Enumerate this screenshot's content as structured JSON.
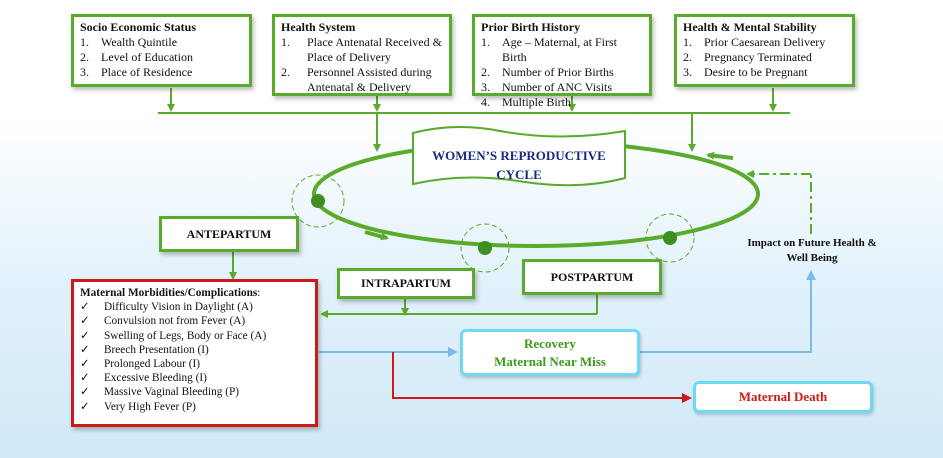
{
  "top_boxes": [
    {
      "title": "Socio Economic Status",
      "items": [
        {
          "n": "1.",
          "t": "Wealth Quintile"
        },
        {
          "n": "2.",
          "t": "Level of Education"
        },
        {
          "n": "3.",
          "t": "Place of Residence"
        }
      ]
    },
    {
      "title": "Health System",
      "items": [
        {
          "n": "1.",
          "t": "Place Antenatal Received & Place of Delivery"
        },
        {
          "n": "2.",
          "t": "Personnel Assisted during Antenatal & Delivery"
        }
      ]
    },
    {
      "title": "Prior Birth History",
      "items": [
        {
          "n": "1.",
          "t": "Age – Maternal, at First Birth"
        },
        {
          "n": "2.",
          "t": "Number of Prior Births"
        },
        {
          "n": "3.",
          "t": "Number of ANC Visits"
        },
        {
          "n": "4.",
          "t": "Multiple Birth"
        }
      ]
    },
    {
      "title": "Health & Mental Stability",
      "items": [
        {
          "n": "1.",
          "t": "Prior Caesarean Delivery"
        },
        {
          "n": "2.",
          "t": "Pregnancy Terminated"
        },
        {
          "n": "3.",
          "t": "Desire to be Pregnant"
        }
      ]
    }
  ],
  "cycle": {
    "line1": "WOMEN’S REPRODUCTIVE",
    "line2": "CYCLE"
  },
  "phases": {
    "antepartum": "ANTEPARTUM",
    "intrapartum": "INTRAPARTUM",
    "postpartum": "POSTPARTUM"
  },
  "morbidities": {
    "title": "Maternal Morbidities/Complications",
    "title_suffix": ":",
    "check": "✓",
    "items": [
      "Difficulty Vision in Daylight (A)",
      "Convulsion not from Fever (A)",
      "Swelling of Legs, Body or Face (A)",
      "Breech Presentation (I)",
      "Prolonged Labour (I)",
      "Excessive Bleeding (I)",
      "Massive Vaginal Bleeding (P)",
      "Very High Fever (P)"
    ]
  },
  "recovery": {
    "line1": "Recovery",
    "line2": "Maternal Near Miss"
  },
  "death": "Maternal Death",
  "impact": {
    "line1": "Impact on Future Health &",
    "line2": "Well Being"
  },
  "colors": {
    "green": "#5aaa2c",
    "navy": "#1a2a80",
    "red": "#cc1a1a",
    "cyan": "#6fd9f4",
    "arrow_blue": "#7cb8e8",
    "text_green": "#3e9a1c"
  }
}
